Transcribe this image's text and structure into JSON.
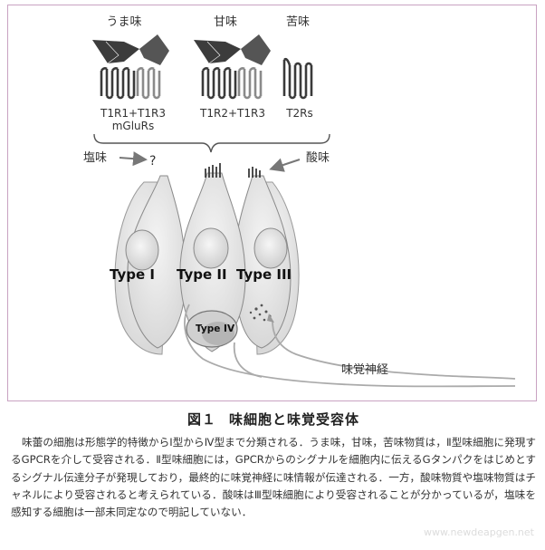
{
  "receptors": {
    "umami": {
      "label": "うま味",
      "name_line1": "T1R1+T1R3",
      "name_line2": "mGluRs"
    },
    "sweet": {
      "label": "甘味",
      "name_line1": "T1R2+T1R3"
    },
    "bitter": {
      "label": "苦味",
      "name_line1": "T2Rs"
    }
  },
  "stimuli": {
    "salty": {
      "label": "塩味",
      "mark": "?"
    },
    "sour": {
      "label": "酸味"
    }
  },
  "cells": {
    "type1": "Type I",
    "type2": "Type II",
    "type3": "Type III",
    "type4": "Type IV"
  },
  "nerve_label": "味覚神経",
  "caption": {
    "number": "図１",
    "title": "味細胞と味覚受容体",
    "body": "味蕾の細胞は形態学的特徴からⅠ型からⅣ型まで分類される．うま味，甘味，苦味物質は，Ⅱ型味細胞に発現するGPCRを介して受容される．Ⅱ型味細胞には，GPCRからのシグナルを細胞内に伝えるGタンパクをはじめとするシグナル伝達分子が発現しており，最終的に味覚神経に味情報が伝達される．一方，酸味物質や塩味物質はチャネルにより受容されると考えられている．酸味はⅢ型味細胞により受容されることが分かっているが，塩味を感知する細胞は一部未同定なので明記していない．"
  },
  "watermark": "www.newdeapgen.net",
  "colors": {
    "frame": "#c9a2c2",
    "receptor_dark": "#3a3a3a",
    "cell_fill": "#e6e6e6"
  }
}
